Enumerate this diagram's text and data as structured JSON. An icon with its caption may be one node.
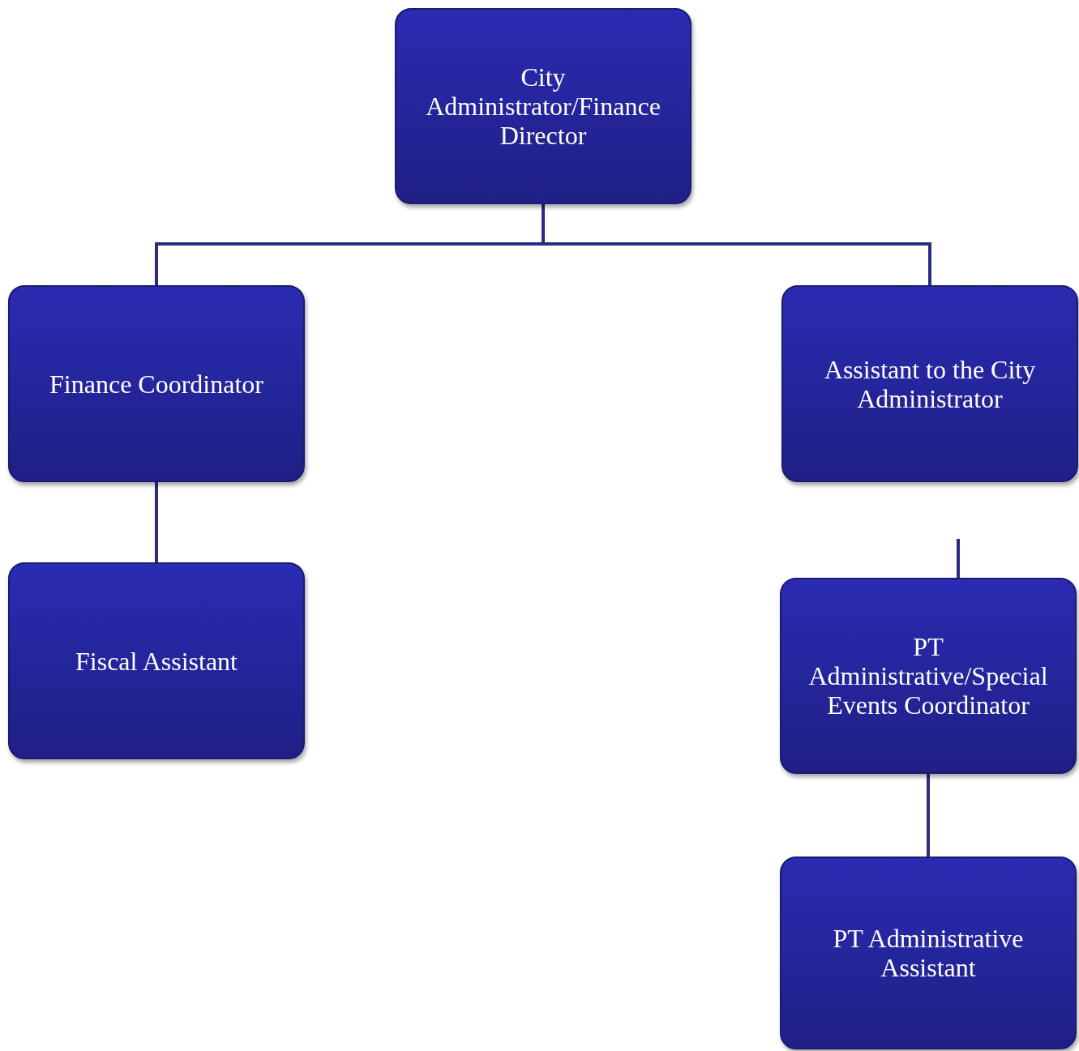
{
  "diagram": {
    "nodes": [
      {
        "text": [
          "City Administrator/Finance Director"
        ]
      },
      {
        "text": [
          "Finance Coordinator"
        ]
      },
      {
        "text": [
          "Assistant to the City Administrator"
        ]
      },
      {
        "text": [
          "Fiscal Assistant"
        ]
      },
      {
        "text": [
          "PT Administrative/Special Events Coordinator"
        ]
      },
      {
        "text": [
          "PT Administrative Assistant"
        ]
      }
    ],
    "edges": [
      {
        "from": 0,
        "to": 1,
        "arrow": "none"
      },
      {
        "from": 0,
        "to": 2,
        "arrow": "none"
      },
      {
        "from": 1,
        "to": 3,
        "arrow": "none"
      },
      {
        "from": null,
        "to": 4,
        "arrow": "none"
      },
      {
        "from": 4,
        "to": 5,
        "arrow": "none"
      }
    ]
  }
}
